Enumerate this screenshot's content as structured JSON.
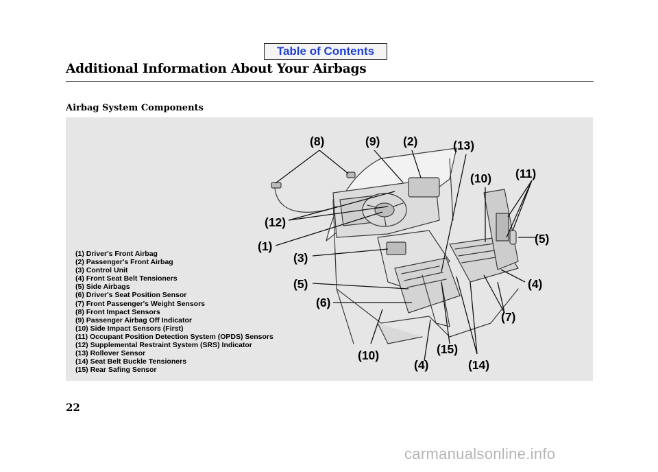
{
  "header": {
    "toc_link": "Table of Contents",
    "title": "Additional Information About Your Airbags"
  },
  "section": {
    "subtitle": "Airbag System Components"
  },
  "legend": [
    "(1) Driver's Front Airbag",
    "(2) Passenger's Front Airbag",
    "(3) Control Unit",
    "(4) Front Seat Belt Tensioners",
    "(5) Side Airbags",
    "(6) Driver's Seat Position Sensor",
    "(7) Front Passenger's Weight Sensors",
    "(8) Front Impact Sensors",
    "(9) Passenger Airbag Off Indicator",
    "(10) Side Impact Sensors (First)",
    "(11) Occupant Position Detection System (OPDS) Sensors",
    "(12) Supplemental Restraint System (SRS) Indicator",
    "(13) Rollover Sensor",
    "(14) Seat Belt Buckle Tensioners",
    "(15) Rear Safing Sensor"
  ],
  "callouts": {
    "c8": "(8)",
    "c9": "(9)",
    "c2": "(2)",
    "c13": "(13)",
    "c10_top": "(10)",
    "c11": "(11)",
    "c12": "(12)",
    "c5_right": "(5)",
    "c1": "(1)",
    "c3": "(3)",
    "c5_left": "(5)",
    "c4_right": "(4)",
    "c6": "(6)",
    "c7": "(7)",
    "c15": "(15)",
    "c10_bottom": "(10)",
    "c4_bottom": "(4)",
    "c14": "(14)"
  },
  "page_number": "22",
  "watermark": "carmanualsonline.info",
  "colors": {
    "link": "#1f3fd0",
    "panel": "#e6e6e6",
    "watermark": "#b5b5b5"
  }
}
